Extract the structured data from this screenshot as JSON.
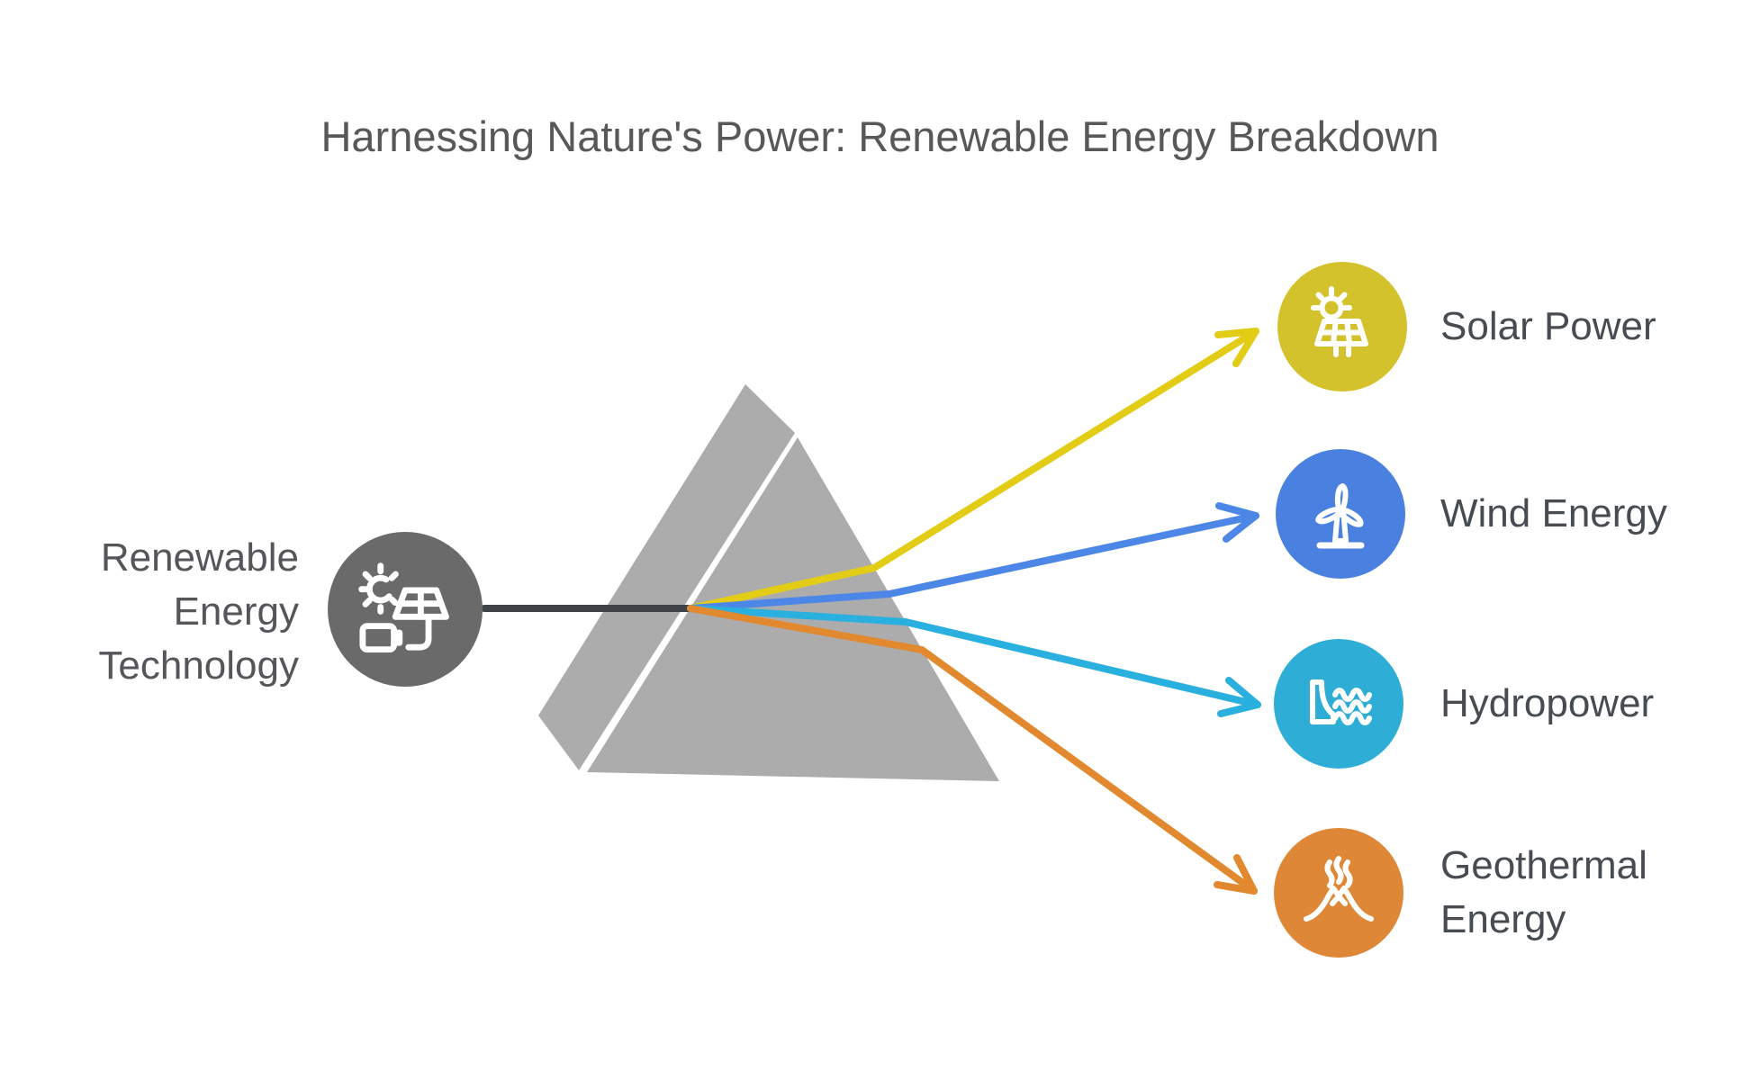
{
  "title": "Harnessing Nature's Power: Renewable Energy Breakdown",
  "prism": {
    "color": "#ACACAC"
  },
  "beam": {
    "color": "#3F4347"
  },
  "text_colors": {
    "title": "#57585A",
    "source_label": "#54565A",
    "item_label": "#474C52"
  },
  "source": {
    "label": "Renewable Energy Technology",
    "label_lines": [
      "Renewable",
      "Energy",
      "Technology"
    ],
    "color": "#6A6A6A",
    "icon": "sun-solar-panel-battery"
  },
  "items": [
    {
      "label": "Solar Power",
      "circle_color": "#D3C22B",
      "ray_color": "#E2CC16",
      "icon": "sun-solar-panel"
    },
    {
      "label": "Wind Energy",
      "circle_color": "#4A80DF",
      "ray_color": "#4C87E8",
      "icon": "wind-turbine"
    },
    {
      "label": "Hydropower",
      "circle_color": "#2EAED6",
      "ray_color": "#2AB0DF",
      "icon": "dam-water-waves"
    },
    {
      "label": "Geothermal Energy",
      "circle_color": "#DD8737",
      "ray_color": "#E2882F",
      "icon": "volcano-steam"
    }
  ]
}
